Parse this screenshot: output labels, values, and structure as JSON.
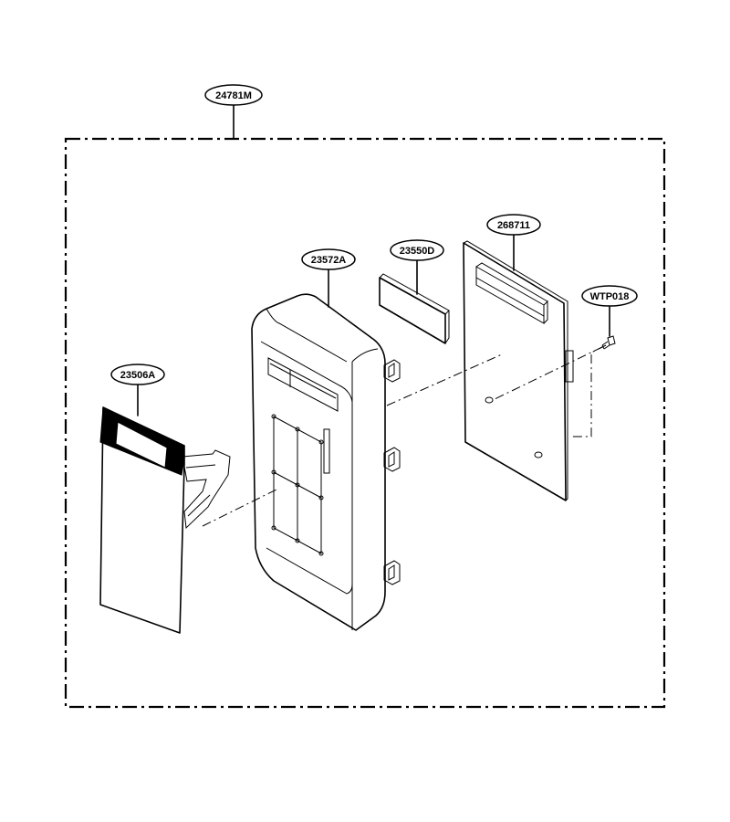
{
  "diagram": {
    "callouts": [
      {
        "id": "assembly",
        "label": "24781M"
      },
      {
        "id": "keypad",
        "label": "23506A"
      },
      {
        "id": "panel",
        "label": "23572A"
      },
      {
        "id": "window",
        "label": "23550D"
      },
      {
        "id": "pcb",
        "label": "268711"
      },
      {
        "id": "screw",
        "label": "WTP018"
      }
    ]
  }
}
